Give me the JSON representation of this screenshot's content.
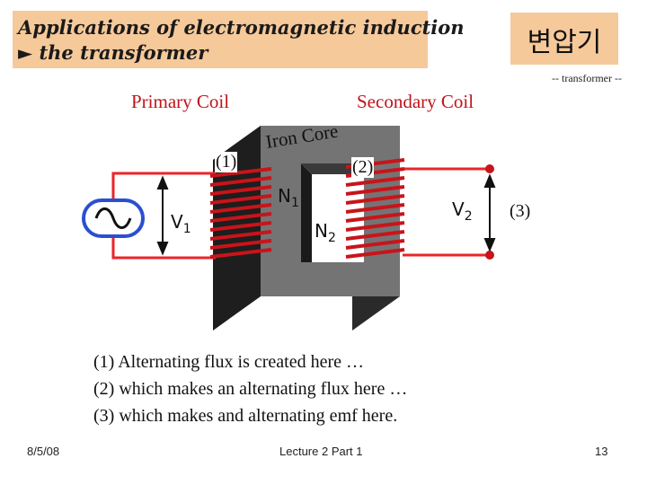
{
  "header": {
    "title_line1": "Applications of electromagnetic induction",
    "title_line2": "► the transformer",
    "korean_title": "변압기",
    "subtitle": "-- transformer --"
  },
  "diagram": {
    "primary_coil_label": "Primary Coil",
    "secondary_coil_label": "Secondary Coil",
    "core_label": "Iron Core",
    "marker_1": "(1)",
    "marker_2": "(2)",
    "marker_3": "(3)",
    "v1_label": "V",
    "v1_sub": "1",
    "v2_label": "V",
    "v2_sub": "2",
    "n1_label": "N",
    "n1_sub": "1",
    "n2_label": "N",
    "n2_sub": "2",
    "colors": {
      "wire": "#e8262a",
      "coil": "#c8141a",
      "core_front": "#707070",
      "core_side": "#2a2a2a",
      "source_ring": "#2b4fd1",
      "title_bg": "#f6c99a"
    }
  },
  "notes": [
    "(1) Alternating flux is created here …",
    "(2) which makes an alternating flux here …",
    "(3) which makes and alternating emf here."
  ],
  "footer": {
    "date": "8/5/08",
    "center": "Lecture 2 Part 1",
    "page": "13"
  }
}
